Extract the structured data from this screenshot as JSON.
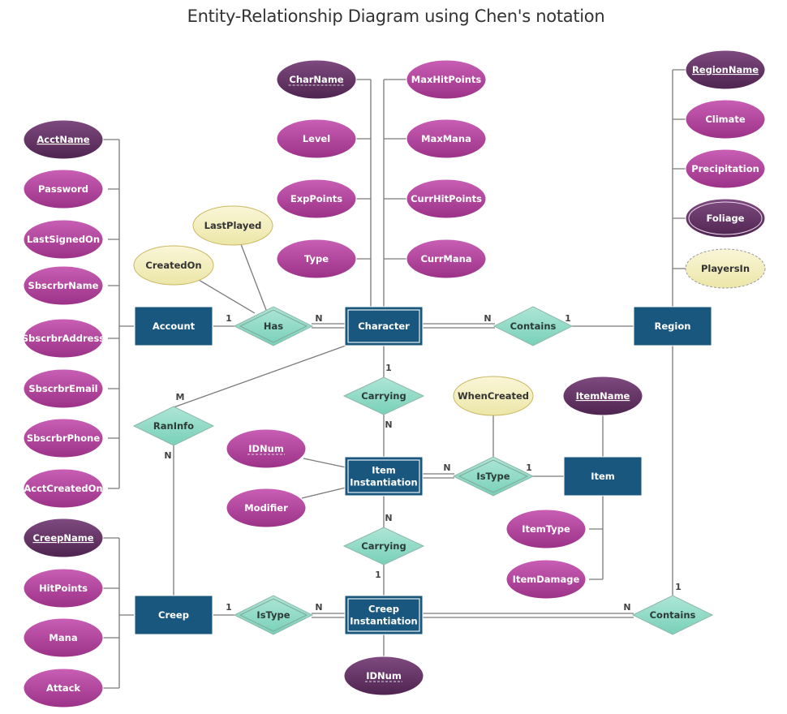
{
  "title": "Entity-Relationship Diagram using Chen's notation",
  "colors": {
    "entity": "#1a577e",
    "relationship": "#8fd9c4",
    "attribute": "#b0479a",
    "key_attribute": "#5e2c5e",
    "relationship_attribute": "#f1ecb6",
    "connector": "#7a7a7a"
  },
  "entities": [
    {
      "id": "account",
      "label": "Account",
      "weak": false
    },
    {
      "id": "character",
      "label": "Character",
      "weak": true
    },
    {
      "id": "region",
      "label": "Region",
      "weak": false
    },
    {
      "id": "item_instantiation",
      "label": "Item\nInstantiation",
      "weak": true
    },
    {
      "id": "item",
      "label": "Item",
      "weak": false
    },
    {
      "id": "creep",
      "label": "Creep",
      "weak": false
    },
    {
      "id": "creep_instantiation",
      "label": "Creep\nInstantiation",
      "weak": true
    }
  ],
  "relationships": [
    {
      "id": "has",
      "label": "Has",
      "identifying": true
    },
    {
      "id": "contains_region",
      "label": "Contains",
      "identifying": false
    },
    {
      "id": "carrying_char",
      "label": "Carrying",
      "identifying": false
    },
    {
      "id": "raninfo",
      "label": "RanInfo",
      "identifying": false
    },
    {
      "id": "istype_item",
      "label": "IsType",
      "identifying": true
    },
    {
      "id": "carrying_creep",
      "label": "Carrying",
      "identifying": false
    },
    {
      "id": "istype_creep",
      "label": "IsType",
      "identifying": true
    },
    {
      "id": "contains_creep",
      "label": "Contains",
      "identifying": false
    }
  ],
  "attributes": [
    {
      "id": "acctname",
      "label": "AcctName",
      "kind": "key",
      "owner": "account"
    },
    {
      "id": "password",
      "label": "Password",
      "kind": "normal",
      "owner": "account"
    },
    {
      "id": "lastsignedon",
      "label": "LastSignedOn",
      "kind": "normal",
      "owner": "account"
    },
    {
      "id": "sbscrbrname",
      "label": "SbscrbrName",
      "kind": "normal",
      "owner": "account"
    },
    {
      "id": "sbscrbraddress",
      "label": "SbscrbrAddress",
      "kind": "normal",
      "owner": "account"
    },
    {
      "id": "sbscrbremail",
      "label": "SbscrbrEmail",
      "kind": "normal",
      "owner": "account"
    },
    {
      "id": "sbscrbrphone",
      "label": "SbscrbrPhone",
      "kind": "normal",
      "owner": "account"
    },
    {
      "id": "acctcreatedon",
      "label": "AcctCreatedOn",
      "kind": "normal",
      "owner": "account"
    },
    {
      "id": "charname",
      "label": "CharName",
      "kind": "partial-key",
      "owner": "character"
    },
    {
      "id": "level",
      "label": "Level",
      "kind": "normal",
      "owner": "character"
    },
    {
      "id": "exppoints",
      "label": "ExpPoints",
      "kind": "normal",
      "owner": "character"
    },
    {
      "id": "type",
      "label": "Type",
      "kind": "normal",
      "owner": "character"
    },
    {
      "id": "maxhitpoints",
      "label": "MaxHitPoints",
      "kind": "normal",
      "owner": "character"
    },
    {
      "id": "maxmana",
      "label": "MaxMana",
      "kind": "normal",
      "owner": "character"
    },
    {
      "id": "currhitpoints",
      "label": "CurrHitPoints",
      "kind": "normal",
      "owner": "character"
    },
    {
      "id": "currmana",
      "label": "CurrMana",
      "kind": "normal",
      "owner": "character"
    },
    {
      "id": "lastplayed",
      "label": "LastPlayed",
      "kind": "relationship",
      "owner": "has"
    },
    {
      "id": "createdon",
      "label": "CreatedOn",
      "kind": "relationship",
      "owner": "has"
    },
    {
      "id": "regionname",
      "label": "RegionName",
      "kind": "key",
      "owner": "region"
    },
    {
      "id": "climate",
      "label": "Climate",
      "kind": "normal",
      "owner": "region"
    },
    {
      "id": "precipitation",
      "label": "Precipitation",
      "kind": "normal",
      "owner": "region"
    },
    {
      "id": "foliage",
      "label": "Foliage",
      "kind": "multivalued",
      "owner": "region"
    },
    {
      "id": "playersin",
      "label": "PlayersIn",
      "kind": "derived",
      "owner": "region"
    },
    {
      "id": "whencreated",
      "label": "WhenCreated",
      "kind": "relationship",
      "owner": "istype_item"
    },
    {
      "id": "itemname",
      "label": "ItemName",
      "kind": "key",
      "owner": "item"
    },
    {
      "id": "idnum_item",
      "label": "IDNum",
      "kind": "partial-key-light",
      "owner": "item_instantiation"
    },
    {
      "id": "modifier",
      "label": "Modifier",
      "kind": "normal",
      "owner": "item_instantiation"
    },
    {
      "id": "itemtype",
      "label": "ItemType",
      "kind": "normal",
      "owner": "item"
    },
    {
      "id": "itemdamage",
      "label": "ItemDamage",
      "kind": "normal",
      "owner": "item"
    },
    {
      "id": "creepname",
      "label": "CreepName",
      "kind": "key",
      "owner": "creep"
    },
    {
      "id": "hitpoints",
      "label": "HitPoints",
      "kind": "normal",
      "owner": "creep"
    },
    {
      "id": "mana",
      "label": "Mana",
      "kind": "normal",
      "owner": "creep"
    },
    {
      "id": "attack",
      "label": "Attack",
      "kind": "normal",
      "owner": "creep"
    },
    {
      "id": "idnum_creep",
      "label": "IDNum",
      "kind": "partial-key",
      "owner": "creep_instantiation"
    }
  ],
  "cardinalities": [
    {
      "id": "c_has_account",
      "label": "1"
    },
    {
      "id": "c_has_character",
      "label": "N"
    },
    {
      "id": "c_contains_character",
      "label": "N"
    },
    {
      "id": "c_contains_region",
      "label": "1"
    },
    {
      "id": "c_carrying_character",
      "label": "1"
    },
    {
      "id": "c_carrying_iteminst",
      "label": "N"
    },
    {
      "id": "c_raninfo_character",
      "label": "M"
    },
    {
      "id": "c_raninfo_creep",
      "label": "N"
    },
    {
      "id": "c_istype_iteminst",
      "label": "N"
    },
    {
      "id": "c_istype_item",
      "label": "1"
    },
    {
      "id": "c_carrying2_iteminst",
      "label": "N"
    },
    {
      "id": "c_carrying2_creepinst",
      "label": "1"
    },
    {
      "id": "c_istype2_creep",
      "label": "1"
    },
    {
      "id": "c_istype2_creepinst",
      "label": "N"
    },
    {
      "id": "c_contains2_creepinst",
      "label": "N"
    },
    {
      "id": "c_contains2_region",
      "label": "1"
    }
  ]
}
